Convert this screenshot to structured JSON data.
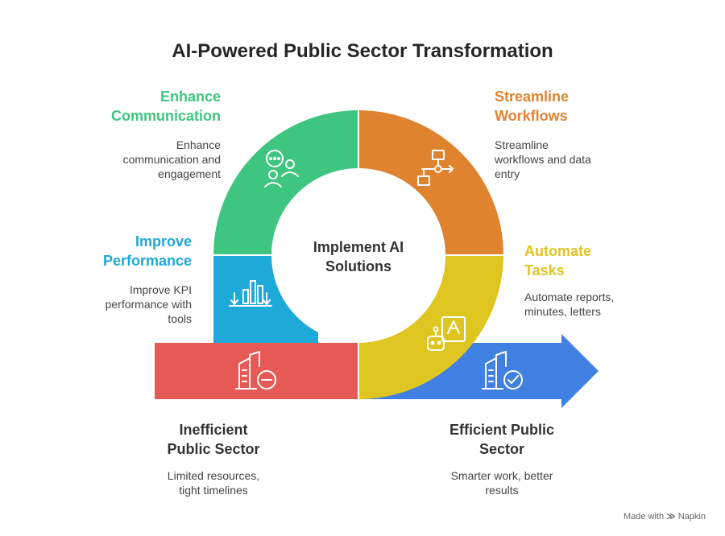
{
  "title": "AI-Powered Public Sector Transformation",
  "center": {
    "label_line1": "Implement AI",
    "label_line2": "Solutions"
  },
  "segments": {
    "communication": {
      "heading_line1": "Enhance",
      "heading_line2": "Communication",
      "desc_line1": "Enhance",
      "desc_line2": "communication and",
      "desc_line3": "engagement",
      "color": "#3ec57f",
      "icon": "chat-people-icon"
    },
    "workflows": {
      "heading_line1": "Streamline",
      "heading_line2": "Workflows",
      "desc_line1": "Streamline",
      "desc_line2": "workflows and data",
      "desc_line3": "entry",
      "color": "#e0832f",
      "icon": "workflow-icon"
    },
    "performance": {
      "heading_line1": "Improve",
      "heading_line2": "Performance",
      "desc_line1": "Improve KPI",
      "desc_line2": "performance with",
      "desc_line3": "tools",
      "color": "#1fa9d8",
      "icon": "bar-chart-icon"
    },
    "tasks": {
      "heading_line1": "Automate",
      "heading_line2": "Tasks",
      "desc_line1": "Automate reports,",
      "desc_line2": "minutes, letters",
      "color": "#dfc520",
      "icon": "robot-text-icon"
    }
  },
  "states": {
    "inefficient": {
      "heading_line1": "Inefficient",
      "heading_line2": "Public Sector",
      "desc_line1": "Limited resources,",
      "desc_line2": "tight timelines",
      "color": "#e55a55",
      "icon": "building-minus-icon"
    },
    "efficient": {
      "heading_line1": "Efficient Public",
      "heading_line2": "Sector",
      "desc_line1": "Smarter work, better",
      "desc_line2": "results",
      "color": "#3f80e2",
      "icon": "building-check-icon"
    }
  },
  "footer": {
    "made_with": "Made with",
    "brand": "Napkin"
  }
}
